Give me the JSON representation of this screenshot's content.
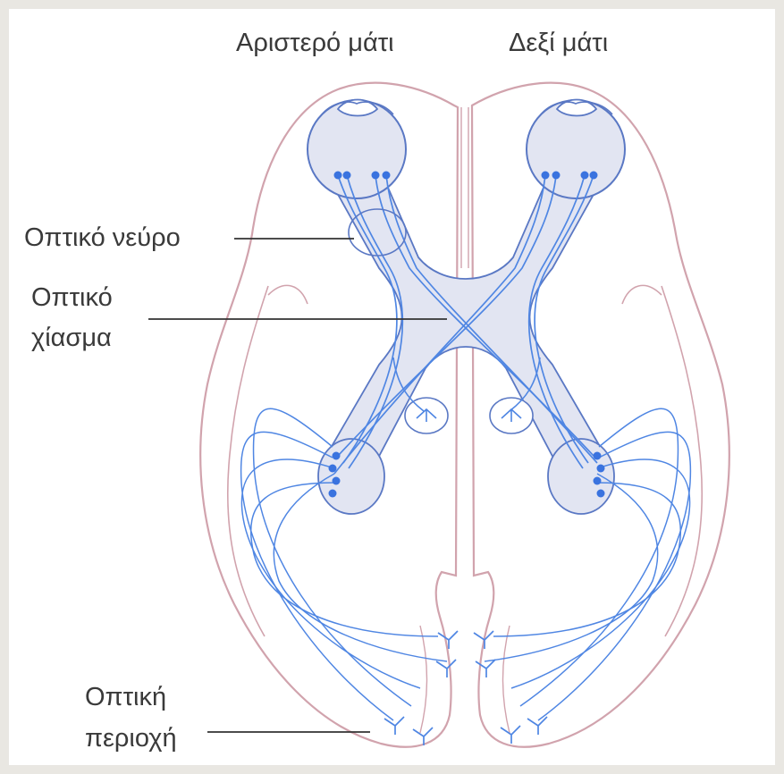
{
  "labels": {
    "left_eye": "Αριστερό μάτι",
    "right_eye": "Δεξί μάτι",
    "optic_nerve": "Οπτικό νεύρο",
    "optic_chiasm_line1": "Οπτικό",
    "optic_chiasm_line2": "χίασμα",
    "visual_cortex_line1": "Οπτική",
    "visual_cortex_line2": "περιοχή"
  },
  "colors": {
    "background": "#e9e7e2",
    "brain_outline": "#d1a3ad",
    "nerve_fill": "#e2e5f2",
    "nerve_outline": "#5a78c4",
    "fiber": "#4f86e3",
    "neuron_dot": "#3a73df",
    "label_text": "#3a3a3a",
    "leader_line": "#333333"
  }
}
